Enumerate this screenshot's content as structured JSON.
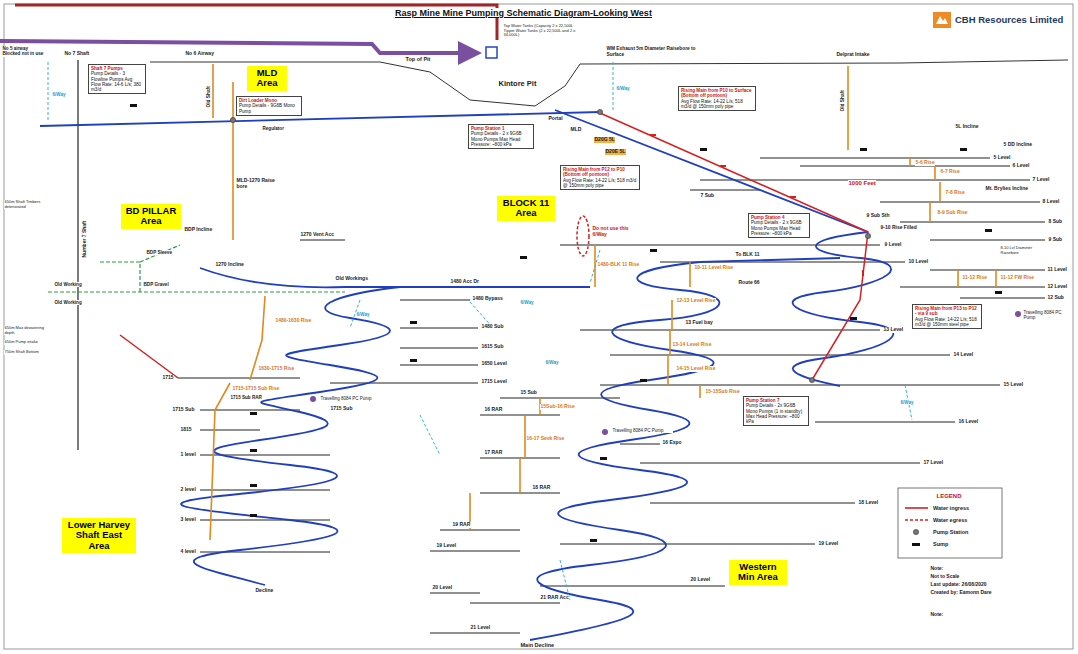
{
  "diagram": {
    "title": "Rasp Mine Mine Pumping Schematic Diagram-Looking West",
    "nodes": [
      {
        "text": [
          "CBH Resources Limited"
        ]
      },
      {
        "text": [
          "MLD Area"
        ]
      },
      {
        "text": [
          "BD PILLAR Area"
        ]
      },
      {
        "text": [
          "BLOCK 11 Area"
        ]
      },
      {
        "text": [
          "Lower Harvey Shaft East Area"
        ]
      },
      {
        "text": [
          "Western Min Area"
        ]
      },
      {
        "text": [
          "Shaft 7 Pumps",
          "Pump Details - 3 Flowline Pumps Avg Flow Rate: 14-6 L/s; 380 m3/d"
        ]
      },
      {
        "text": [
          "Dirt Loader Mono",
          "Pump Details - 9G6B Mono Pump"
        ]
      },
      {
        "text": [
          "Pump Station 1",
          "Pump Details - 2 x 9G6B Mono Pumps Max Head Pressure: ~800 kPa"
        ]
      },
      {
        "text": [
          "Rising Main from P10 to Surface (Bottom off pontoon)",
          "Avg Flow Rate: 14-22 L/s; 518 m3/d @ 150mm poly pipe"
        ]
      },
      {
        "text": [
          "Rising Main from P12 to P10 (Bottom off pontoon)",
          "Avg Flow Rate: 14-22 L/s; 518 m3/d @ 150mm poly pipe"
        ]
      },
      {
        "text": [
          "Pump Station 4",
          "Pump Details - 2 x 9G6B Mono Pumps Max Head Pressure: ~800 kPa"
        ]
      },
      {
        "text": [
          "Rising Main from P13 to P12 - via 9 sub",
          "Avg Flow Rate: 14-22 L/s; 518 m3/d @ 150mm steel pipe"
        ]
      },
      {
        "text": [
          "Pump Station 7",
          "Pump Details - 2x 9G6B Mono Pumps (1 in standby) Max Head Pressure: ~800 kPa"
        ]
      }
    ],
    "labels": [
      "No 5 airway Blocked not in use",
      "No 7 Shaft",
      "No 6 Airway",
      "Top of Pit",
      "Kintore Pit",
      "Portal",
      "MLD",
      "Top Water Tanks (Capacity 2 x 22,500L Tipper Water Tanks (2 x 22,500L and 2 x 34,000L)",
      "WM Exhaust 5m Diameter Raisebore to Surface",
      "Delprat Intake",
      "Old Shaft",
      "Old Shaft",
      "Number 7 Shaft",
      "5L Incline",
      "5 DD Incline",
      "5 Level",
      "6 Level",
      "7 Level",
      "7 Sub",
      "8 Level",
      "8 Sub",
      "9 Level",
      "9 Sub",
      "10 Level",
      "11 Level",
      "12 Level",
      "12 Sub",
      "13 Level",
      "14 Level",
      "15 Level",
      "16 Level",
      "17 Level",
      "18 Level",
      "19 Level",
      "20 Level",
      "21 Level",
      "Main Decline",
      "21 RAR Acc",
      "20 Level",
      "19 Level",
      "19 RAR",
      "18 RAR",
      "17 RAR",
      "16 RAR",
      "15 Sub",
      "16 Expo",
      "1270 Vent Acc",
      "1270 Incline",
      "BDP Incline",
      "BDP Sleeve",
      "BDP Gravel",
      "Old Workings",
      "Old Working",
      "Old Working",
      "1480 Acc Dr",
      "1480 Bypass",
      "1480 Sub",
      "1615 Sub",
      "1650 Level",
      "1715 Level",
      "1715",
      "1715 Sub",
      "1715 Sub",
      "1715 Sub RAR",
      "1815",
      "1 level",
      "2 level",
      "3 level",
      "4 level",
      "Decline",
      "MLD-1270 Raise bore",
      "Regulator",
      "1480-1630 Rise",
      "1630-1715 Rise",
      "1715-1715 Sub Rise",
      "1480-BLK 11 Rise",
      "10-11 Level Rise",
      "12-13 Level Rise",
      "13 Fuel bay",
      "13-14 Level Rise",
      "14-15 Level Rise",
      "15-15Sub Rise",
      "15Sub-16 Rise",
      "16-17 Sevk Rise",
      "5-6 Rise",
      "6-7 Rise",
      "7-8 Rise",
      "8-9 Sub Rise",
      "11-12 Rise",
      "11-12 FW Rise",
      "D20G 5L",
      "D20E 5L",
      "1000 Feet",
      "9 Sub Sth",
      "9-10 Rise Filled",
      "8-10 Lvl Diameter Raisebore",
      "Mt. Brylies Incline",
      "To BLK 11",
      "Route 66",
      "Do not use this 6/Way",
      "Travelling 8084 PC Pump",
      "Travelling 8084 PC Pump",
      "Travelling 8084 PC Pump",
      "650m Shaft Timbers deteriorated",
      "650m Max dewatering depth",
      "650m Pump intake",
      "750m Shaft Bottom",
      "6/Way",
      "6/Way",
      "6/Way",
      "6/Way",
      "6/Way",
      "6/Way",
      "LEGEND",
      "Note:",
      "Not to Scale",
      "Last update: 26/08/2020",
      "Created by: Eamonn Dare",
      "Note:"
    ],
    "legend": [
      {
        "text": "Water ingress"
      },
      {
        "text": "Water egress"
      },
      {
        "text": "Pump Station"
      },
      {
        "text": "Sump"
      }
    ]
  }
}
